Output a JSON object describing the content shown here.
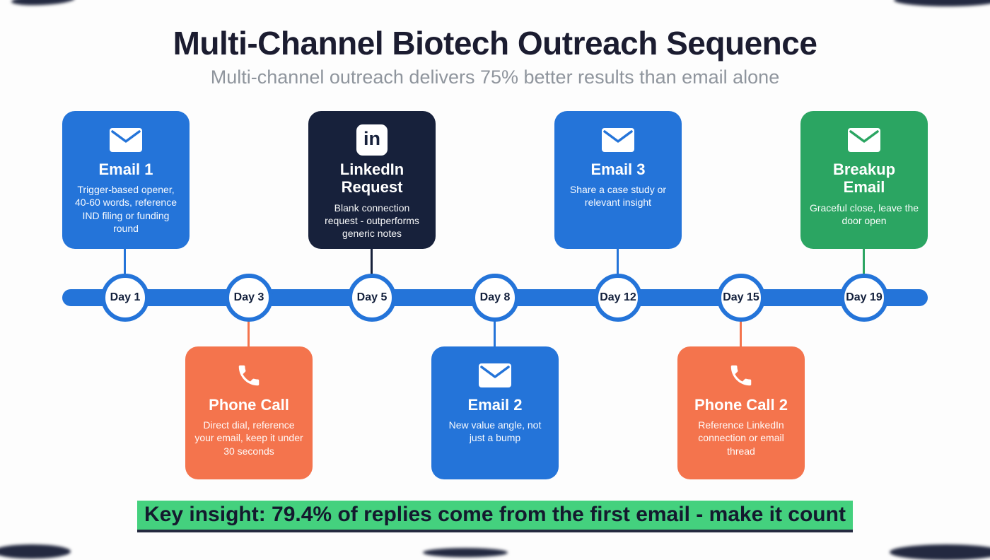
{
  "header": {
    "title": "Multi-Channel Biotech Outreach Sequence",
    "subtitle": "Multi-channel outreach delivers 75% better results than email alone"
  },
  "timeline": {
    "bar_color": "#2474d9",
    "days": [
      "Day 1",
      "Day 3",
      "Day 5",
      "Day 8",
      "Day 12",
      "Day 15",
      "Day 19"
    ]
  },
  "cards": [
    {
      "day": "Day 1",
      "position": "above",
      "icon": "email-icon",
      "color": "#2474d9",
      "title": "Email 1",
      "description": "Trigger-based opener, 40-60 words, reference IND filing or funding round"
    },
    {
      "day": "Day 3",
      "position": "below",
      "icon": "phone-icon",
      "color": "#f4744d",
      "title": "Phone Call",
      "description": "Direct dial, reference your email, keep it under 30 seconds"
    },
    {
      "day": "Day 5",
      "position": "above",
      "icon": "linkedin-icon",
      "color": "#17213b",
      "title": "LinkedIn\nRequest",
      "description": "Blank connection request - outperforms generic notes"
    },
    {
      "day": "Day 8",
      "position": "below",
      "icon": "email-icon",
      "color": "#2474d9",
      "title": "Email 2",
      "description": "New value angle, not just a bump"
    },
    {
      "day": "Day 12",
      "position": "above",
      "icon": "email-icon",
      "color": "#2474d9",
      "title": "Email 3",
      "description": "Share a case study or relevant insight"
    },
    {
      "day": "Day 15",
      "position": "below",
      "icon": "phone-icon",
      "color": "#f4744d",
      "title": "Phone Call 2",
      "description": "Reference LinkedIn connection or email thread"
    },
    {
      "day": "Day 19",
      "position": "above",
      "icon": "email-icon",
      "color": "#2ba562",
      "title": "Breakup\nEmail",
      "description": "Graceful close, leave the door open"
    }
  ],
  "icons": {
    "linkedin_glyph": "in"
  },
  "footer": {
    "key_insight": "Key insight: 79.4% of replies come from the first email - make it count",
    "highlight_color": "#44d17e"
  }
}
